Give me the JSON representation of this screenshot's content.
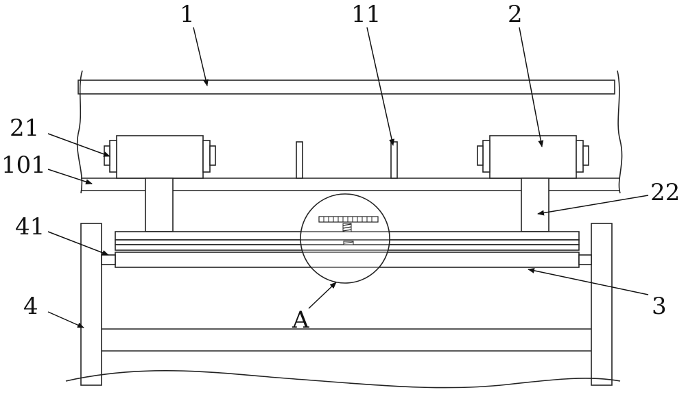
{
  "labels": {
    "l1": "1",
    "l11": "11",
    "l2": "2",
    "l21": "21",
    "l101": "101",
    "l22": "22",
    "l41": "41",
    "l3": "3",
    "l4": "4",
    "lA": "A"
  },
  "colors": {
    "line": "#222222",
    "background": "#ffffff"
  }
}
